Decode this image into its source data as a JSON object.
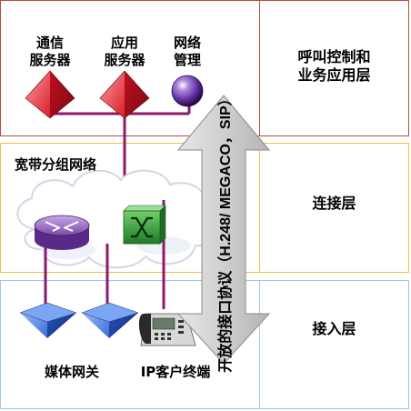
{
  "layers": {
    "call_control": "呼叫控制和\n业务应用层",
    "connection": "连接层",
    "access": "接入层"
  },
  "nodes": {
    "comm_server": "通信\n服务器",
    "app_server": "应用\n服务器",
    "network_mgmt": "网络\n管理",
    "broadband_network": "宽带分组网络",
    "media_gateway": "媒体网关",
    "ip_client": "IP客户终端"
  },
  "protocol_arrow": {
    "label": "开放的接口协议（H.248/ MEGACO，SIP）"
  },
  "colors": {
    "call_band_border": "#b84a3a",
    "connection_band_border": "#f0c040",
    "access_band_border": "#9cc7ea",
    "link_line": "#8b1a6b",
    "server_red": "#d81e2a",
    "manager_purple": "#5a2a9a",
    "router_purple": "#7a4aa8",
    "switch_green": "#2e9a3a",
    "gateway_blue": "#3a6fd8",
    "arrow_gray": "#c8c8c8"
  },
  "icons": {
    "comm_server": "red-pyramid-icon",
    "app_server": "red-pyramid-icon",
    "network_mgmt": "purple-sphere-icon",
    "router": "router-icon",
    "switch": "atm-switch-icon",
    "gateway": "blue-pyramid-icon",
    "ip_phone": "ip-phone-icon"
  }
}
